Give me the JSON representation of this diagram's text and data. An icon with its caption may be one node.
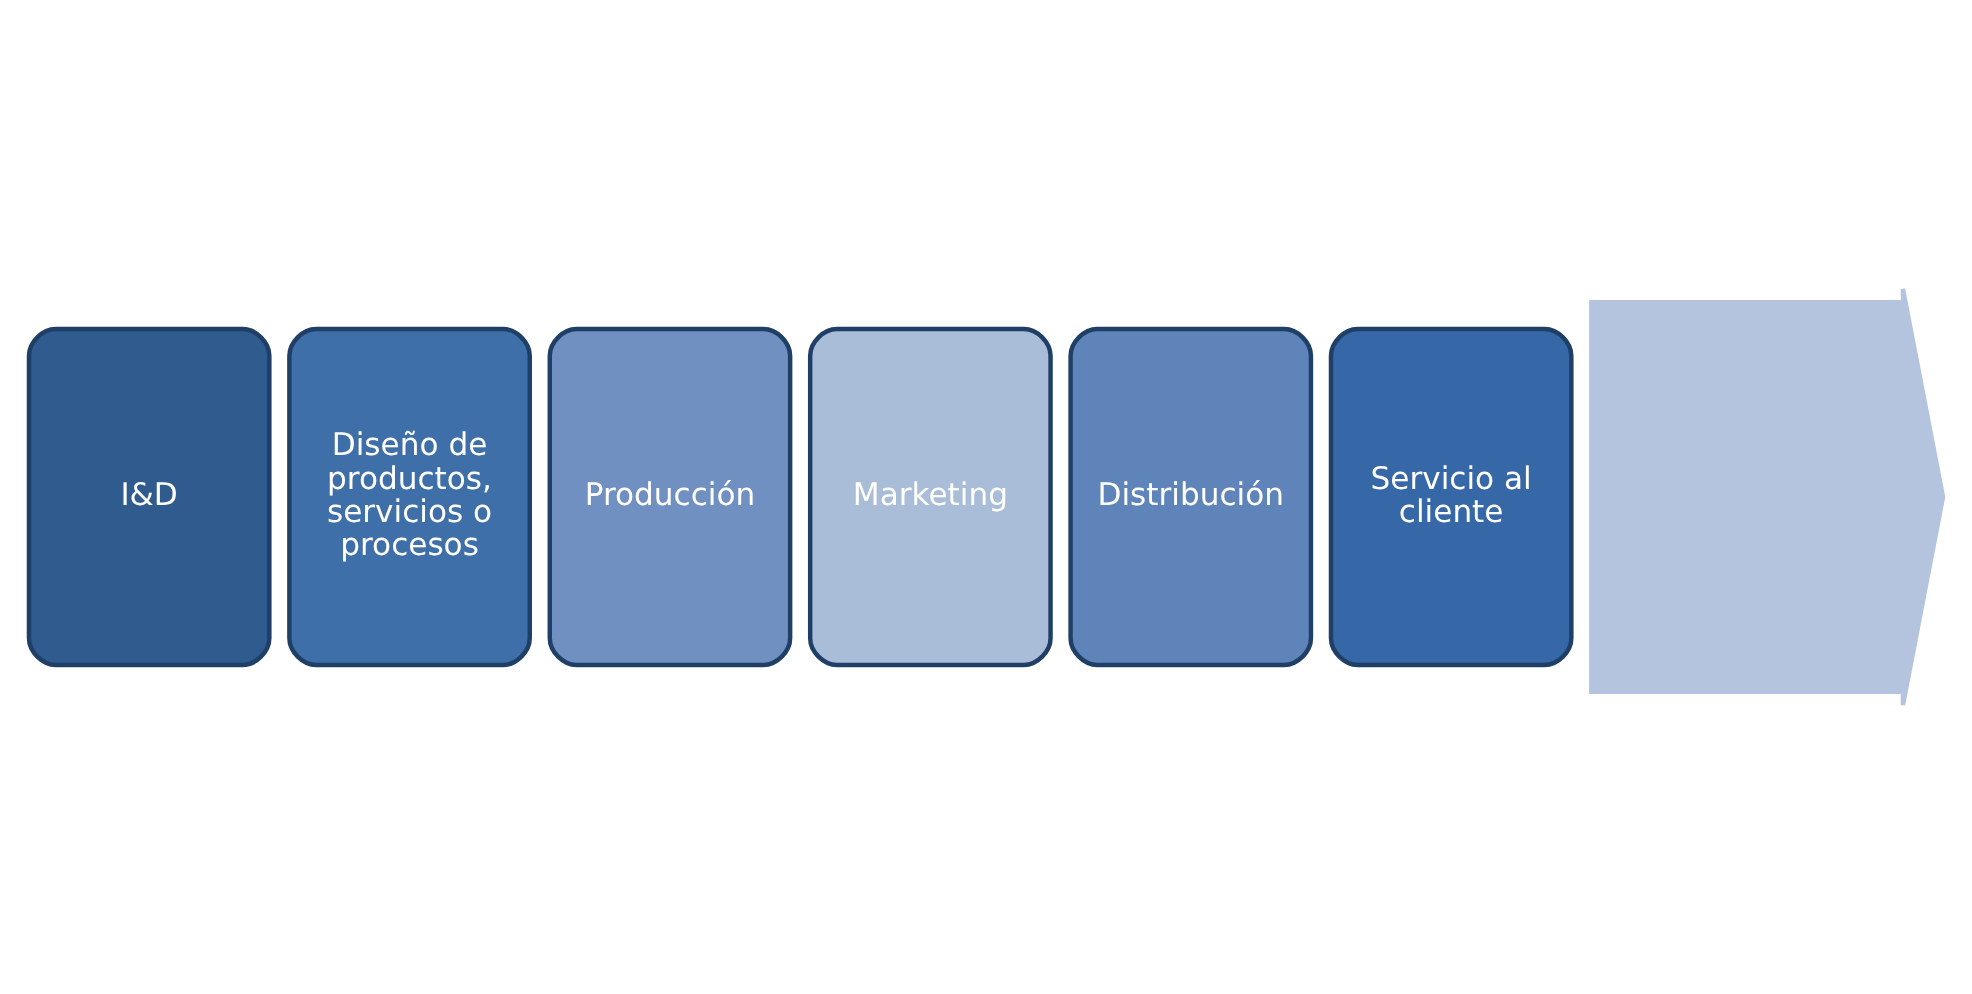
{
  "diagram": {
    "nodes": [
      {
        "text": [],
        "shape": "arrow"
      },
      {
        "text": [
          "I&D"
        ]
      },
      {
        "text": [
          "Diseño de productos, servicios o procesos"
        ]
      },
      {
        "text": [
          "Producción"
        ]
      },
      {
        "text": [
          "Marketing"
        ]
      },
      {
        "text": [
          "Distribución"
        ]
      },
      {
        "text": [
          "Servicio al cliente"
        ]
      }
    ]
  }
}
